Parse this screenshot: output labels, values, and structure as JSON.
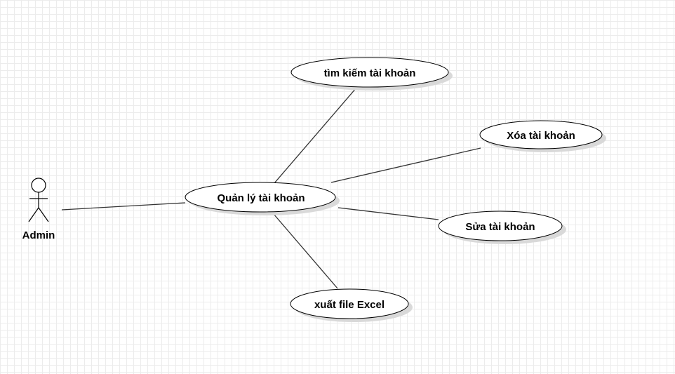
{
  "diagram": {
    "actor": {
      "label": "Admin",
      "icon": "stick-figure-actor-icon"
    },
    "main_use_case": {
      "label": "Quản lý tài khoản"
    },
    "use_cases": {
      "search": {
        "label": "tìm kiếm tài khoản"
      },
      "delete": {
        "label": "Xóa tài khoản"
      },
      "edit": {
        "label": "Sửa tài khoản"
      },
      "export": {
        "label": "xuất file Excel"
      }
    },
    "colors": {
      "background": "#ffffff",
      "grid": "#ececec",
      "stroke": "#000000",
      "shadow": "#d9d9d9"
    }
  }
}
